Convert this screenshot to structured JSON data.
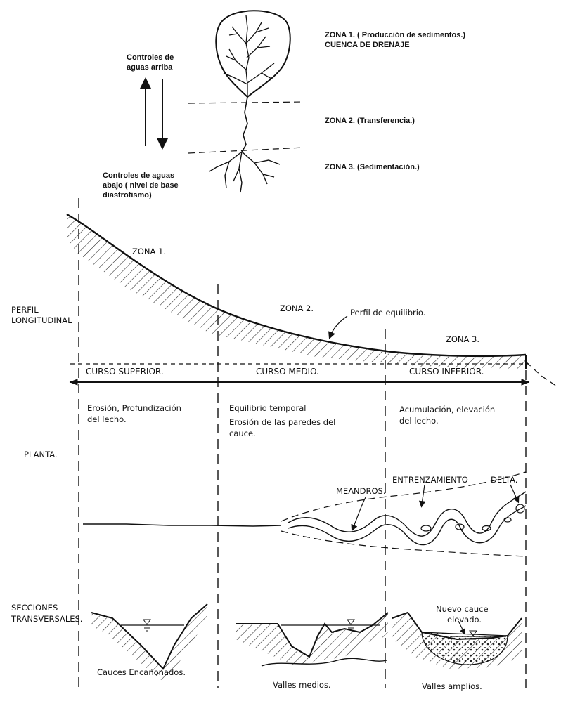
{
  "top": {
    "zona1_title": "ZONA 1. ( Producción de sedimentos.)",
    "zona1_sub": "CUENCA DE DRENAJE",
    "zona2": "ZONA 2. (Transferencia.)",
    "zona3": "ZONA 3. (Sedimentación.)",
    "upstream_line1": "Controles de",
    "upstream_line2": "aguas arriba",
    "downstream_line1": "Controles de aguas",
    "downstream_line2": "abajo ( nivel de base",
    "downstream_line3": "diastrofismo)"
  },
  "profile": {
    "label_line1": "PERFIL",
    "label_line2": "LONGITUDINAL",
    "zona1": "ZONA 1.",
    "zona2": "ZONA 2.",
    "zona3": "ZONA 3.",
    "equilibrium": "Perfil de equilibrio."
  },
  "courses": {
    "upper": "CURSO SUPERIOR.",
    "middle": "CURSO MEDIO.",
    "lower": "CURSO INFERIOR."
  },
  "processes": {
    "upper_line1": "Erosión, Profundización",
    "upper_line2": "del lecho.",
    "middle_line1": "Equilibrio temporal",
    "middle_line2": "Erosión de las paredes del",
    "middle_line3": "cauce.",
    "lower_line1": "Acumulación, elevación",
    "lower_line2": "del lecho."
  },
  "plan": {
    "label": "PLANTA.",
    "meandros": "MEANDROS.",
    "entrenzamiento": "ENTRENZAMIENTO",
    "delta": "DELTA."
  },
  "sections": {
    "label_line1": "SECCIONES",
    "label_line2": "TRANSVERSALES.",
    "upper_caption": "Cauces Encañonados.",
    "middle_caption": "Valles medios.",
    "lower_caption": "Valles amplios.",
    "new_bed_line1": "Nuevo cauce",
    "new_bed_line2": "elevado."
  }
}
